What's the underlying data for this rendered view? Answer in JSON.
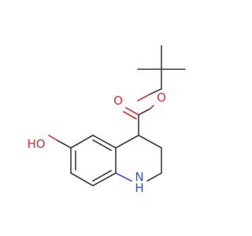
{
  "molecule": {
    "atoms": {
      "carbonyl_oxygen": {
        "symbol": "O",
        "color": "#e03030"
      },
      "ester_oxygen": {
        "symbol": "O",
        "color": "#e03030"
      },
      "hydroxyl": {
        "symbol": "HO",
        "color": "#e03030"
      },
      "ring_nitrogen_n": {
        "symbol": "N",
        "color": "#3050f8"
      },
      "ring_nitrogen_h": {
        "symbol": "H",
        "color": "#3050f8"
      }
    },
    "bond_color": "#3c3c3c"
  }
}
